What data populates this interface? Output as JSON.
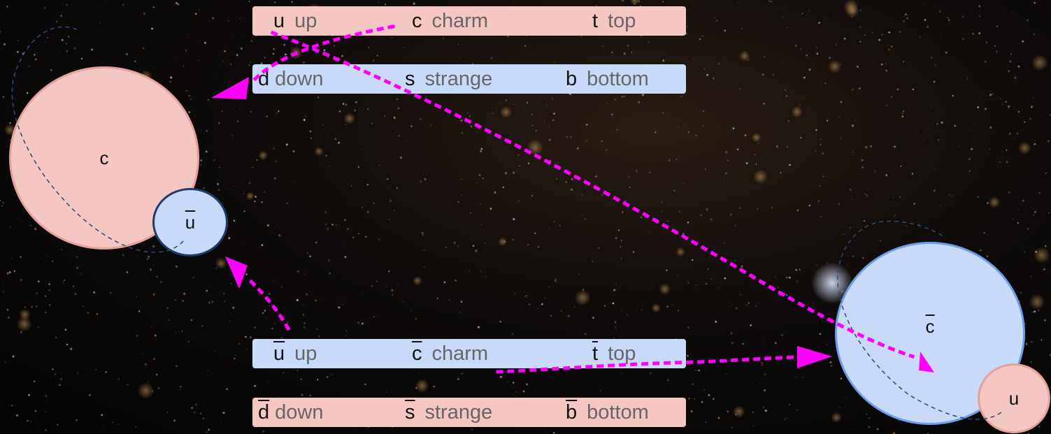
{
  "quark_rows": [
    {
      "row": "quarks-top",
      "items": [
        {
          "sym": "u",
          "name": "up"
        },
        {
          "sym": "c",
          "name": "charm"
        },
        {
          "sym": "t",
          "name": "top"
        }
      ]
    },
    {
      "row": "quarks-bottom",
      "items": [
        {
          "sym": "d",
          "name": "down"
        },
        {
          "sym": "s",
          "name": "strange"
        },
        {
          "sym": "b",
          "name": "bottom"
        }
      ]
    },
    {
      "row": "antiquarks-top",
      "items": [
        {
          "sym": "u",
          "name": "up"
        },
        {
          "sym": "c",
          "name": "charm"
        },
        {
          "sym": "t",
          "name": "top"
        }
      ]
    },
    {
      "row": "antiquarks-bottom",
      "items": [
        {
          "sym": "d",
          "name": "down"
        },
        {
          "sym": "s",
          "name": "strange"
        },
        {
          "sym": "b",
          "name": "bottom"
        }
      ]
    }
  ],
  "particles": {
    "left_big": "c",
    "left_small": "u",
    "right_big": "c",
    "right_small": "u"
  },
  "colors": {
    "quark_fill": "#f4c7c3",
    "antiquark_fill": "#c9daf8",
    "quark_border": "#e6a19b",
    "antiquark_border": "#6d9eeb",
    "dark_border": "#1c3d6e",
    "arrow": "#ff00ff",
    "orbit": "#2a4d7a"
  }
}
